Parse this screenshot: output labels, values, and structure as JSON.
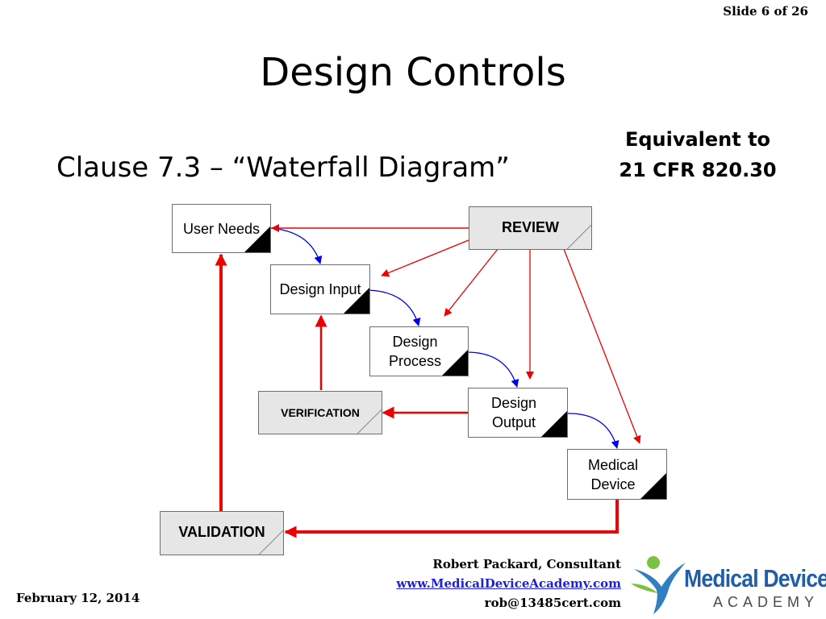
{
  "slide": {
    "number_label": "Slide 6 of 26",
    "title": "Design Controls",
    "subtitle": "Clause 7.3 – “Waterfall Diagram”",
    "equivalent": {
      "line1": "Equivalent to",
      "line2": "21 CFR 820.30"
    }
  },
  "diagram": {
    "nodes": {
      "user_needs": {
        "line1": "User Needs"
      },
      "design_input": {
        "line1": "Design Input"
      },
      "design_process": {
        "line1": "Design",
        "line2": "Process"
      },
      "design_output": {
        "line1": "Design",
        "line2": "Output"
      },
      "medical_device": {
        "line1": "Medical",
        "line2": "Device"
      },
      "review": {
        "line1": "REVIEW"
      },
      "verification": {
        "line1": "VERIFICATION"
      },
      "validation": {
        "line1": "VALIDATION"
      }
    },
    "edges": [
      {
        "from": "user_needs",
        "to": "design_input",
        "color": "#0000ee"
      },
      {
        "from": "design_input",
        "to": "design_process",
        "color": "#0000ee"
      },
      {
        "from": "design_process",
        "to": "design_output",
        "color": "#0000ee"
      },
      {
        "from": "design_output",
        "to": "medical_device",
        "color": "#0000ee"
      },
      {
        "from": "review",
        "to": "user_needs",
        "color": "#ee0000"
      },
      {
        "from": "review",
        "to": "design_input",
        "color": "#ee0000"
      },
      {
        "from": "review",
        "to": "design_process",
        "color": "#ee0000"
      },
      {
        "from": "review",
        "to": "design_output",
        "color": "#ee0000"
      },
      {
        "from": "review",
        "to": "medical_device",
        "color": "#ee0000"
      },
      {
        "from": "design_output",
        "to": "verification",
        "color": "#ee0000"
      },
      {
        "from": "verification",
        "to": "design_input",
        "color": "#ee0000"
      },
      {
        "from": "medical_device",
        "to": "validation",
        "color": "#ee0000"
      },
      {
        "from": "validation",
        "to": "user_needs",
        "color": "#ee0000"
      }
    ]
  },
  "footer": {
    "date": "February 12, 2014",
    "author": "Robert Packard, Consultant",
    "website": "www.MedicalDeviceAcademy.com",
    "email": "rob@13485cert.com"
  },
  "logo": {
    "name": "Medical Device",
    "sub": "ACADEMY"
  },
  "colors": {
    "review_arrows": "#ee0000",
    "flow_arrows": "#0000ee",
    "logo_blue": "#1f5fa8",
    "logo_green": "#7cc242"
  }
}
